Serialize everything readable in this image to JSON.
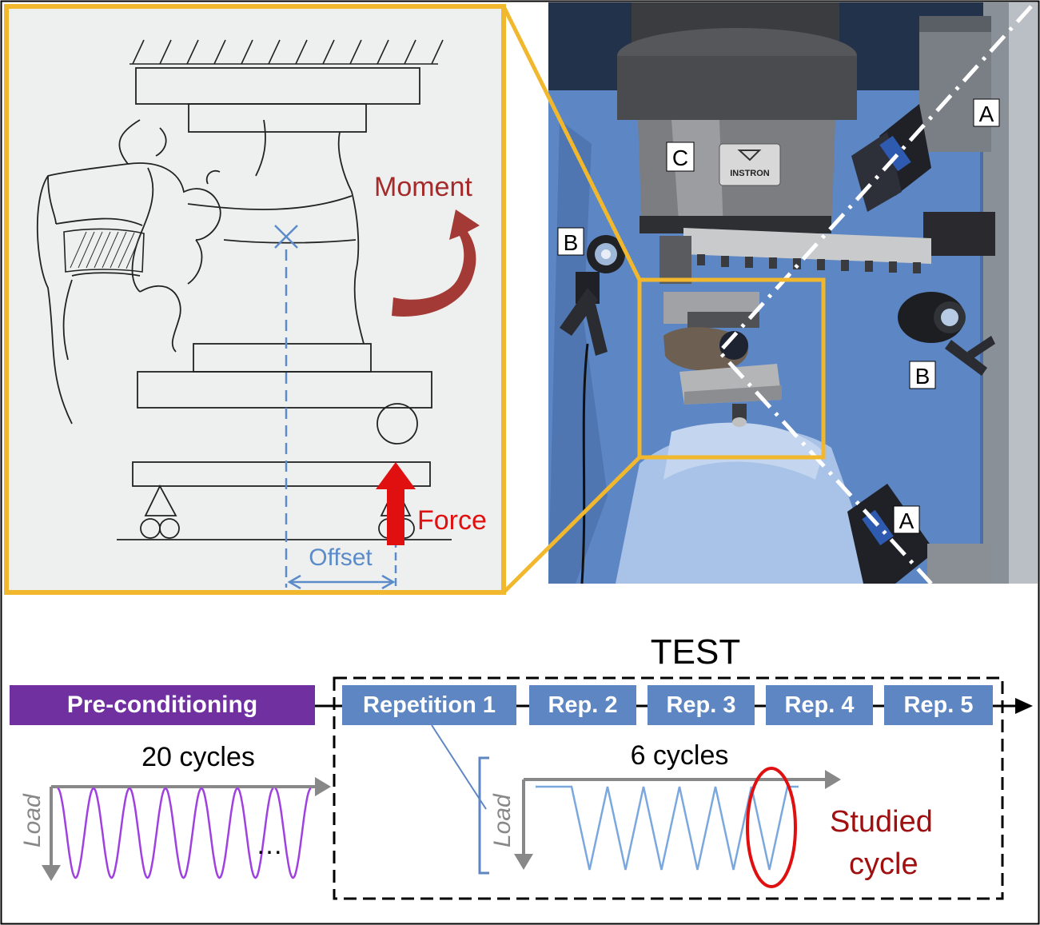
{
  "sketch": {
    "moment_label": "Moment",
    "force_label": "Force",
    "offset_label": "Offset"
  },
  "photo": {
    "brand_text": "INSTRON",
    "label_a": "A",
    "label_b": "B",
    "label_c": "C"
  },
  "protocol": {
    "test_title": "TEST",
    "preconditioning_label": "Pre-conditioning",
    "preconditioning_cycles": "20 cycles",
    "ellipsis": "…",
    "repetitions": [
      "Repetition 1",
      "Rep. 2",
      "Rep. 3",
      "Rep. 4",
      "Rep. 5"
    ],
    "test_cycles": "6 cycles",
    "load_axis_label": "Load",
    "studied_cycle_line1": "Studied",
    "studied_cycle_line2": "cycle"
  },
  "colors": {
    "frame_gold": "#f1b82d",
    "moment_red": "#a52a2a",
    "force_red": "#e01010",
    "offset_blue": "#5b8cc9",
    "purple": "#7030a0",
    "rep_blue": "#5e86c3",
    "wave_purple": "#a040e0",
    "wave_blue": "#7aa8de",
    "studied_red": "#e01010",
    "studied_text": "#a01010"
  }
}
